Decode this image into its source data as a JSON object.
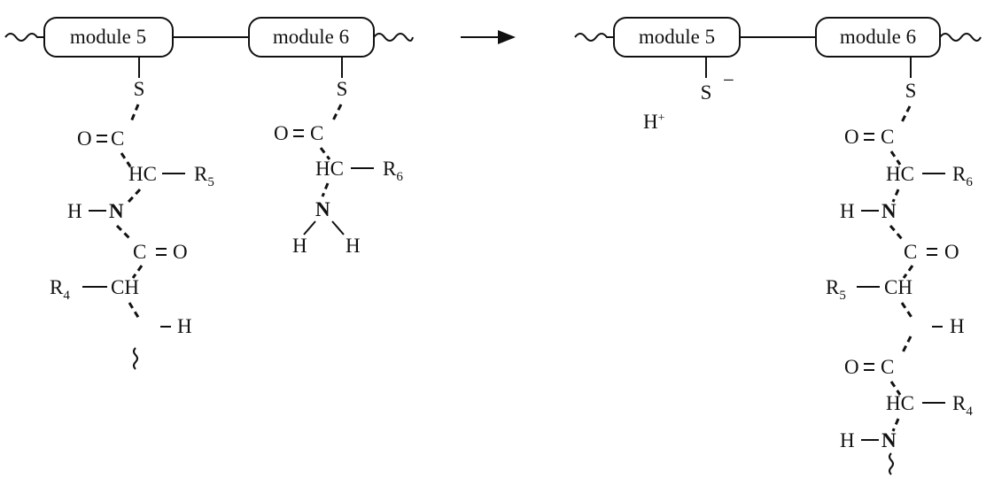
{
  "modules": {
    "left_5": "module 5",
    "left_6": "module 6",
    "right_5": "module 5",
    "right_6": "module 6"
  },
  "left_chain5": {
    "s": "S",
    "o1": "O",
    "c1": "C",
    "hc": "HC",
    "r5": "R",
    "r5_sub": "5",
    "h_n": "H",
    "n": "N",
    "c2": "C",
    "o2": "O",
    "r4": "R",
    "r4_sub": "4",
    "ch": "CH",
    "h_end": "H"
  },
  "left_chain6": {
    "s": "S",
    "o": "O",
    "c": "C",
    "hc": "HC",
    "r6": "R",
    "r6_sub": "6",
    "n": "N",
    "h_left": "H",
    "h_right": "H"
  },
  "right_module5": {
    "s": "S",
    "charge": "−",
    "proton": "H",
    "proton_charge": "+"
  },
  "right_chain6": {
    "s": "S",
    "o1": "O",
    "c1": "C",
    "hc1": "HC",
    "r6": "R",
    "r6_sub": "6",
    "h_n1": "H",
    "n1": "N",
    "c2": "C",
    "o2": "O",
    "r5": "R",
    "r5_sub": "5",
    "ch": "CH",
    "h_mid": "H",
    "o3": "O",
    "c3": "C",
    "hc2": "HC",
    "r4": "R",
    "r4_sub": "4",
    "h_n2": "H",
    "n2": "N"
  }
}
